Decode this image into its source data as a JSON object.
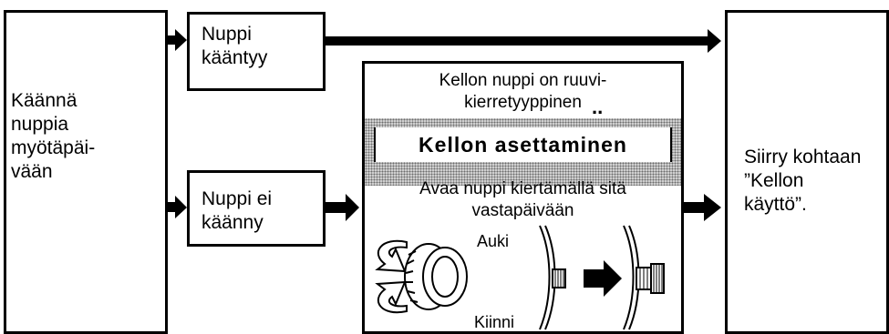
{
  "left_box": {
    "text": "Käännä\nnuppia\nmyötäpäi-\nvään"
  },
  "top_mid_box": {
    "text": "Nuppi\nkääntyy"
  },
  "bottom_mid_box": {
    "text": "Nuppi ei\nkäänny"
  },
  "center_panel": {
    "top_text": "Kellon nuppi on ruuvi-\nkierretyyppinen",
    "dots": "..",
    "heading": "Kellon  asettaminen",
    "instruction": "Avaa nuppi kiertämällä sitä\nvastapäivään",
    "label_open": "Auki",
    "label_closed": "Kiinni"
  },
  "right_box": {
    "text": "Siirry kohtaan\n”Kellon\nkäyttö”."
  },
  "icons": [
    "arrow-right",
    "rotation-arrows",
    "crown-knob",
    "big-right-arrow"
  ]
}
